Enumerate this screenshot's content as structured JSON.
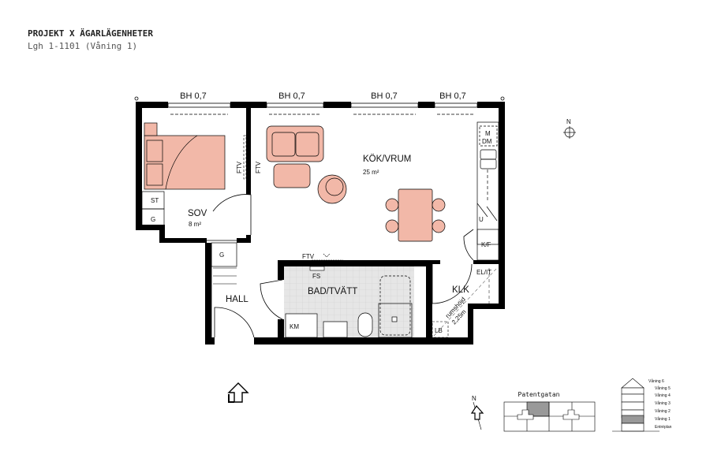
{
  "header": {
    "project": "PROJEKT X ÄGARLÄGENHETER",
    "unit": "Lgh 1-1101 (Våning 1)"
  },
  "plan": {
    "windows": [
      "BH 0,7",
      "BH 0,7",
      "BH 0,7",
      "BH 0,7"
    ],
    "rooms": {
      "sov": {
        "name": "SOV",
        "area": "8 m²"
      },
      "kok": {
        "name": "KÖK/VRUM",
        "area": "25 m²"
      },
      "hall": {
        "name": "HALL"
      },
      "bad": {
        "name": "BAD/TVÄTT"
      },
      "klk": {
        "name": "KLK"
      }
    },
    "labels": {
      "st": "ST",
      "g1": "G",
      "g2": "G",
      "ftv1": "FTV",
      "ftv2": "FTV",
      "ftv3": "FTV",
      "fs": "FS",
      "km": "KM",
      "lb": "LB",
      "elit": "EL/IT",
      "m": "M",
      "dm": "DM",
      "u": "U",
      "kf": "K/F",
      "rumshojd": "rumshöjd",
      "height": "2,25m",
      "north": "N"
    }
  },
  "keyplan": {
    "street": "Patentgatan",
    "north": "N",
    "highlight": "#999999"
  },
  "section": {
    "floors": [
      "Våning 6",
      "Våning 5",
      "Våning 4",
      "Våning 3",
      "Våning 2",
      "Våning 1",
      "Entréplan"
    ],
    "highlighted": "Våning 1"
  },
  "colors": {
    "furniture": "#f2b8a8",
    "wall": "#000000",
    "bath_floor": "#e6e6e6"
  }
}
